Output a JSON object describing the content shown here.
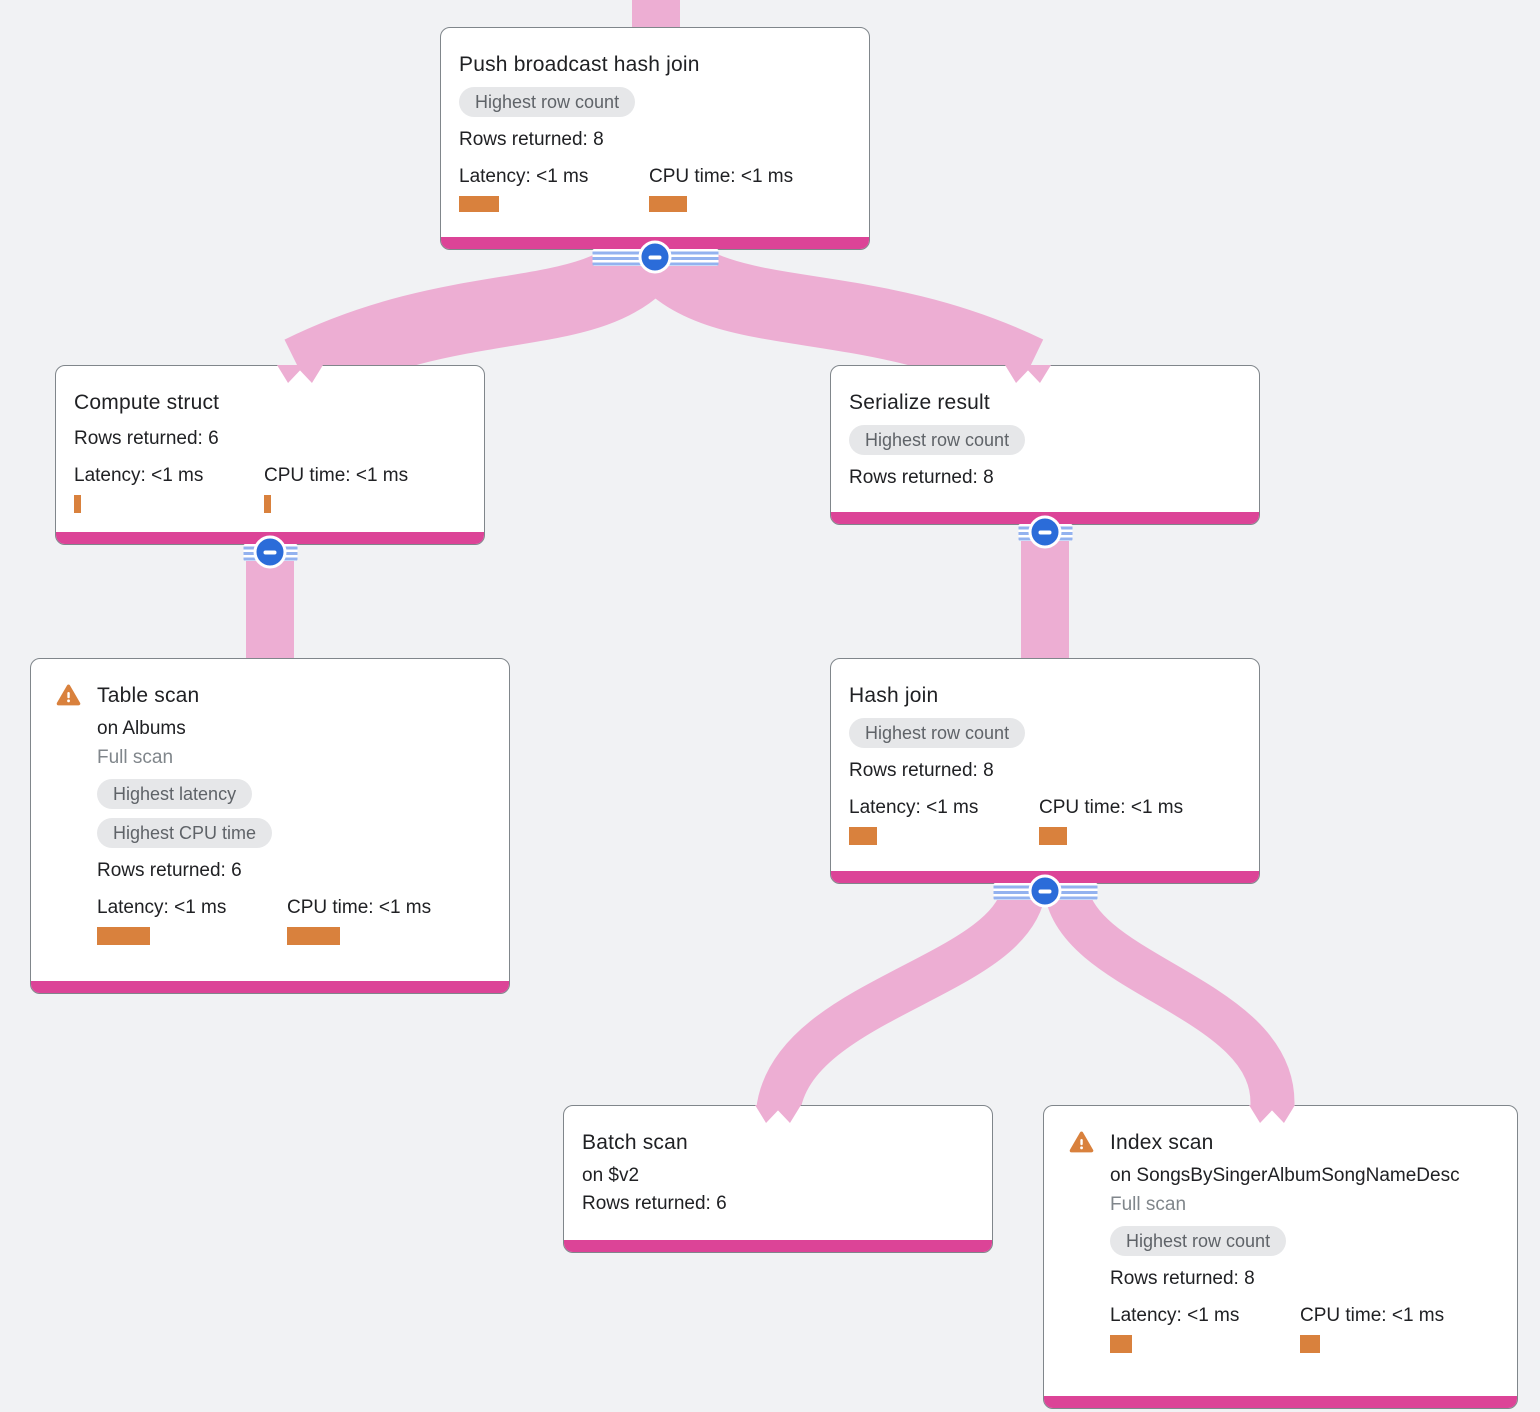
{
  "colors": {
    "background": "#f1f2f4",
    "node_background": "#ffffff",
    "node_border": "#80868b",
    "node_accent_bar": "#dc4497",
    "edge_ribbon": "#edaed3",
    "metric_bar": "#d9813d",
    "badge_background": "#e6e7e9",
    "badge_text": "#5f6368",
    "collapse_button": "#2b6cd9",
    "muted_text": "#80868b",
    "warning_icon": "#d9813d"
  },
  "icons": {
    "warning": "triangle-exclamation",
    "collapse": "minus-in-circle"
  },
  "nodes": {
    "push_broadcast_hash_join": {
      "title": "Push broadcast hash join",
      "badges": [
        "Highest row count"
      ],
      "rows_returned": "Rows returned: 8",
      "latency_label": "Latency: <1 ms",
      "cpu_label": "CPU time: <1 ms"
    },
    "compute_struct": {
      "title": "Compute struct",
      "rows_returned": "Rows returned: 6",
      "latency_label": "Latency: <1 ms",
      "cpu_label": "CPU time: <1 ms"
    },
    "table_scan": {
      "title": "Table scan",
      "subtitle": "on Albums",
      "scan_type": "Full scan",
      "badges": [
        "Highest latency",
        "Highest CPU time"
      ],
      "rows_returned": "Rows returned: 6",
      "latency_label": "Latency: <1 ms",
      "cpu_label": "CPU time: <1 ms"
    },
    "serialize_result": {
      "title": "Serialize result",
      "badges": [
        "Highest row count"
      ],
      "rows_returned": "Rows returned: 8"
    },
    "hash_join": {
      "title": "Hash join",
      "badges": [
        "Highest row count"
      ],
      "rows_returned": "Rows returned: 8",
      "latency_label": "Latency: <1 ms",
      "cpu_label": "CPU time: <1 ms"
    },
    "batch_scan": {
      "title": "Batch scan",
      "subtitle": "on $v2",
      "rows_returned": "Rows returned: 6"
    },
    "index_scan": {
      "title": "Index scan",
      "subtitle": "on SongsBySingerAlbumSongNameDesc",
      "scan_type": "Full scan",
      "badges": [
        "Highest row count"
      ],
      "rows_returned": "Rows returned: 8",
      "latency_label": "Latency: <1 ms",
      "cpu_label": "CPU time: <1 ms"
    }
  },
  "edges": [
    {
      "from": "parent-offscreen",
      "to": "push_broadcast_hash_join"
    },
    {
      "from": "push_broadcast_hash_join",
      "to": "compute_struct"
    },
    {
      "from": "push_broadcast_hash_join",
      "to": "serialize_result"
    },
    {
      "from": "compute_struct",
      "to": "table_scan"
    },
    {
      "from": "serialize_result",
      "to": "hash_join"
    },
    {
      "from": "hash_join",
      "to": "batch_scan"
    },
    {
      "from": "hash_join",
      "to": "index_scan"
    }
  ]
}
